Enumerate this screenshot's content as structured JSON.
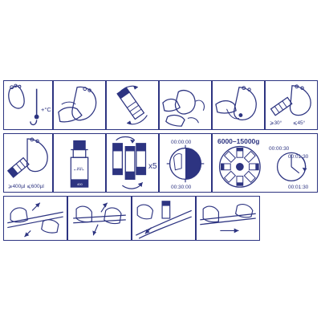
{
  "row1": {
    "temp_label": "+°C",
    "angle_min_label": "⩾30°",
    "angle_max_label": "⩽45°"
  },
  "row2": {
    "volume_label": "⩾400µl ⩽600µl",
    "tube_marks": [
      "400",
      "600"
    ],
    "repeat_label": "x5",
    "timer_start": "00:00:00",
    "timer_end": "00:30:00",
    "centrifuge_label": "6000–15000g",
    "spin_start": "00:00:30",
    "spin_mid": "00:01:30",
    "spin_end": "00:01:30"
  },
  "colors": {
    "ink": "#2d3481",
    "skin": "#ffffff"
  }
}
